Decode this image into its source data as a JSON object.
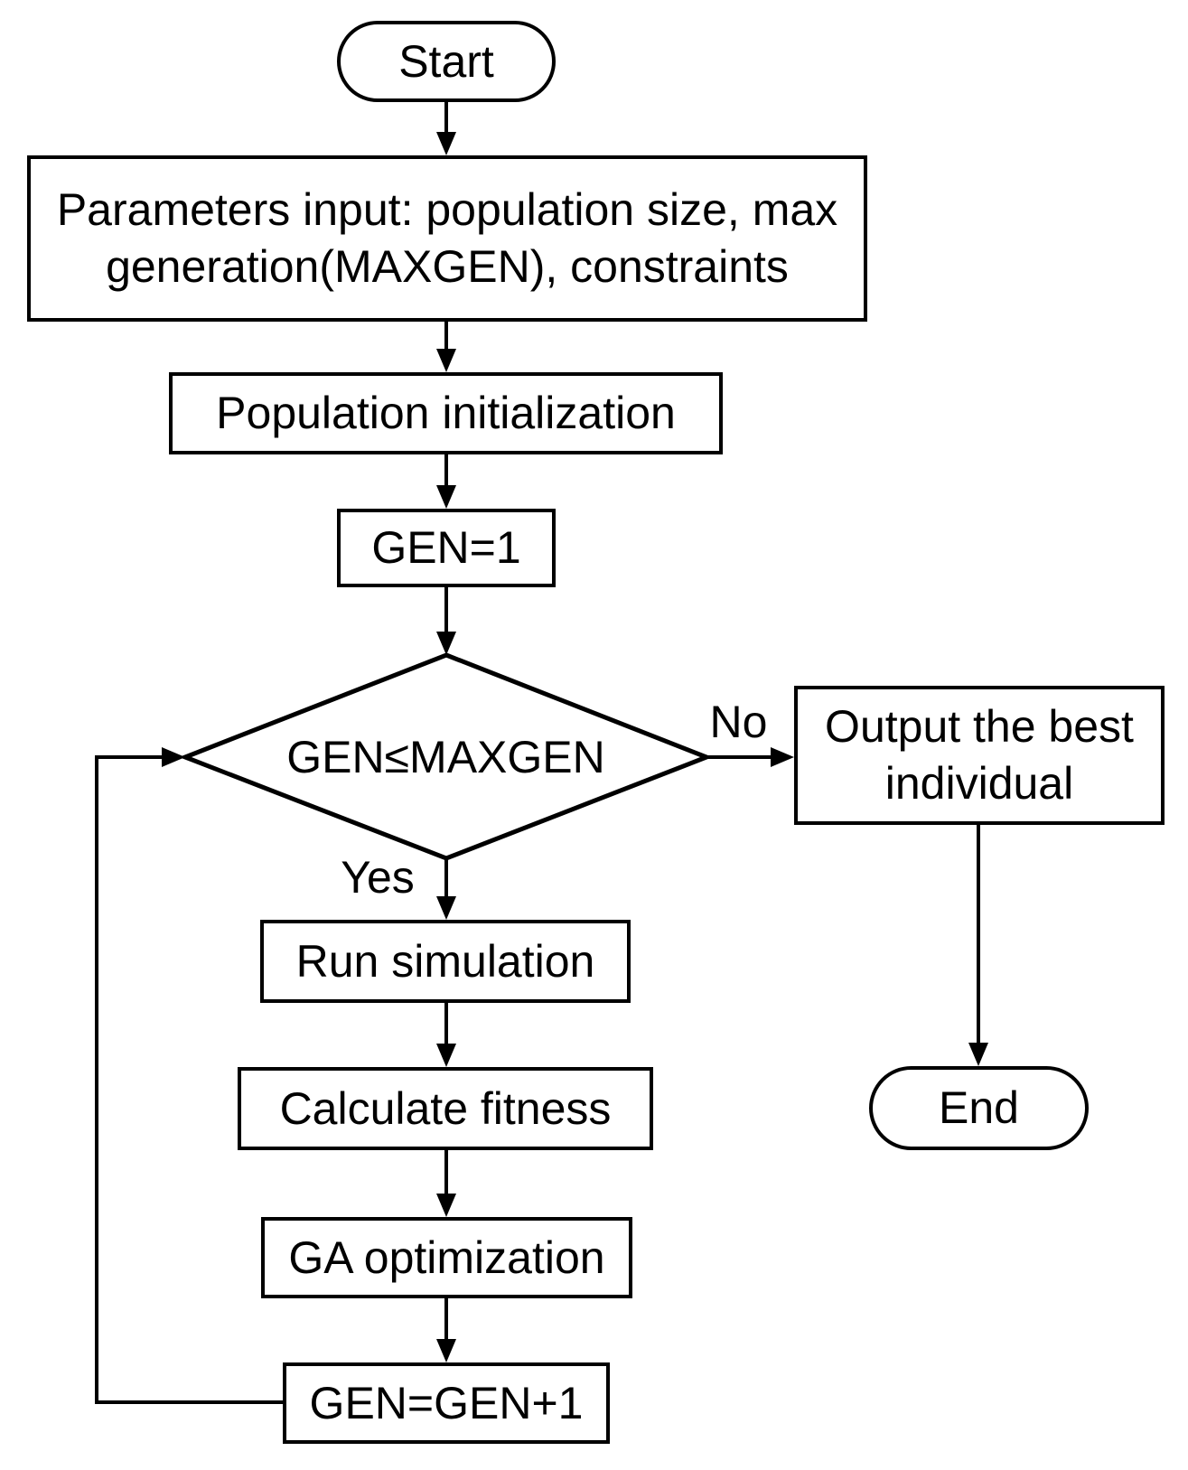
{
  "colors": {
    "stroke": "#000000",
    "background": "#ffffff",
    "text": "#000000"
  },
  "flowchart": {
    "nodes": {
      "start": {
        "type": "terminator",
        "label": "Start"
      },
      "params_input": {
        "type": "process",
        "label": "Parameters input: population size, max generation(MAXGEN), constraints"
      },
      "population_init": {
        "type": "process",
        "label": "Population initialization"
      },
      "gen_init": {
        "type": "process",
        "label": "GEN=1"
      },
      "gen_check": {
        "type": "decision",
        "label": "GEN≤MAXGEN"
      },
      "run_simulation": {
        "type": "process",
        "label": "Run simulation"
      },
      "calculate_fitness": {
        "type": "process",
        "label": "Calculate fitness"
      },
      "ga_optimization": {
        "type": "process",
        "label": "GA optimization"
      },
      "gen_increment": {
        "type": "process",
        "label": "GEN=GEN+1"
      },
      "output_best": {
        "type": "process",
        "label": "Output the best individual"
      },
      "end": {
        "type": "terminator",
        "label": "End"
      }
    },
    "edge_labels": {
      "yes": "Yes",
      "no": "No"
    },
    "edges": [
      {
        "from": "start",
        "to": "params_input"
      },
      {
        "from": "params_input",
        "to": "population_init"
      },
      {
        "from": "population_init",
        "to": "gen_init"
      },
      {
        "from": "gen_init",
        "to": "gen_check"
      },
      {
        "from": "gen_check",
        "to": "output_best",
        "label": "No"
      },
      {
        "from": "gen_check",
        "to": "run_simulation",
        "label": "Yes"
      },
      {
        "from": "run_simulation",
        "to": "calculate_fitness"
      },
      {
        "from": "calculate_fitness",
        "to": "ga_optimization"
      },
      {
        "from": "ga_optimization",
        "to": "gen_increment"
      },
      {
        "from": "gen_increment",
        "to": "gen_check"
      },
      {
        "from": "output_best",
        "to": "end"
      }
    ]
  }
}
